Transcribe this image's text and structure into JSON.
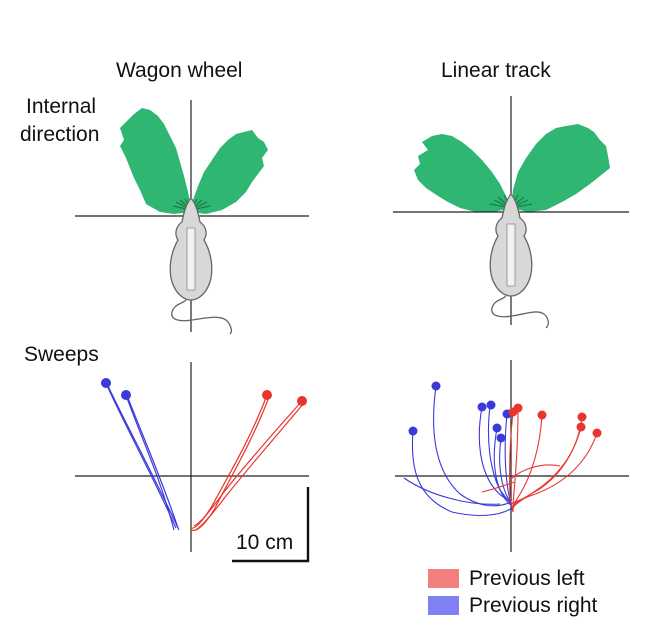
{
  "titles": {
    "left": "Wagon wheel",
    "right": "Linear track"
  },
  "row_labels": {
    "internal_line1": "Internal",
    "internal_line2": "direction",
    "sweeps": "Sweeps"
  },
  "scale_bar": {
    "label": "10 cm"
  },
  "legend": [
    {
      "label": "Previous left",
      "color": "#f47f7f"
    },
    {
      "label": "Previous right",
      "color": "#8080f5"
    }
  ],
  "colors": {
    "fan": "#2fb672",
    "fan_dark": "#1e7a4a",
    "left_traj": "#e8352f",
    "right_traj": "#3a3ad9",
    "mouse": "#d8d8d8"
  }
}
